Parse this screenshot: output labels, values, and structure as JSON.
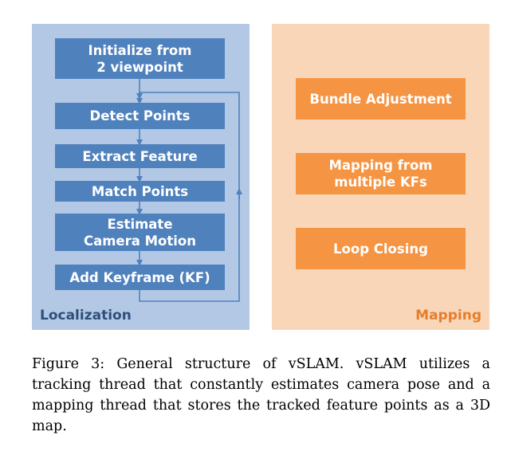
{
  "localization": {
    "label": "Localization",
    "steps": [
      {
        "text": "Initialize from\n2 viewpoint"
      },
      {
        "text": "Detect Points"
      },
      {
        "text": "Extract Feature"
      },
      {
        "text": "Match Points"
      },
      {
        "text": "Estimate\nCamera Motion"
      },
      {
        "text": "Add Keyframe (KF)"
      }
    ]
  },
  "mapping": {
    "label": "Mapping",
    "steps": [
      {
        "text": "Bundle Adjustment"
      },
      {
        "text": "Mapping from\nmultiple KFs"
      },
      {
        "text": "Loop Closing"
      }
    ]
  },
  "colors": {
    "localization_bg": "#b3c8e5",
    "localization_box": "#4f81bd",
    "mapping_bg": "#f9d6b8",
    "mapping_box": "#f59443"
  },
  "caption": "Figure 3: General structure of vSLAM. vSLAM utilizes a tracking thread that constantly estimates camera pose and a mapping thread that stores the tracked feature points as a 3D map."
}
